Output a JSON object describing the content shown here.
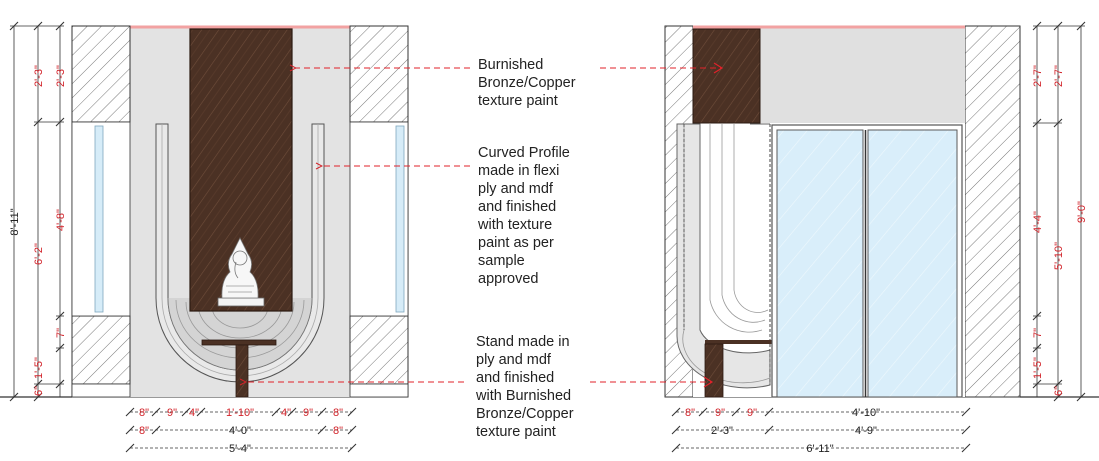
{
  "notes": {
    "bronze": [
      "Burnished",
      "Bronze/Copper",
      "texture paint"
    ],
    "curved": [
      "Curved Profile",
      "made in flexi",
      "ply and mdf",
      "and finished",
      "with texture",
      "paint as per",
      "sample",
      "approved"
    ],
    "stand": [
      "Stand made in",
      "ply and mdf",
      "and finished",
      "with Burnished",
      "Bronze/Copper",
      "texture paint"
    ]
  },
  "left_elevation": {
    "vertical_dims": {
      "outer": [
        "8'-11\""
      ],
      "middle": [
        "2'-3\"",
        "6'-2\"",
        "6\""
      ],
      "inner": [
        "2'-3\"",
        "4'-8\"",
        "7\"",
        "1'-5\""
      ]
    },
    "horizontal_dims": {
      "row1": [
        "8\"",
        "9\"",
        "4\"",
        "1'-10\"",
        "4\"",
        "9\"",
        "8\""
      ],
      "row2": [
        "8\"",
        "4'-0\"",
        "8\""
      ],
      "row3": [
        "5'-4\""
      ]
    }
  },
  "right_elevation": {
    "vertical_dims": {
      "inner": [
        "2'-7\"",
        "4'-4\"",
        "7\"",
        "1'-5\""
      ],
      "middle": [
        "2'-7\"",
        "5'-10\"",
        "6\""
      ],
      "outer": [
        "9'-0\""
      ]
    },
    "horizontal_dims": {
      "row1": [
        "8\"",
        "9\"",
        "9\"",
        "4'-10\""
      ],
      "row2": [
        "2'-3\"",
        "4'-9\""
      ],
      "row3": [
        "6'-11\""
      ]
    }
  },
  "colors": {
    "wood": "#4b3124",
    "wall": "#e2e2e2",
    "arch": "#d9d9d9",
    "glass": "#d6ecf8",
    "leader": "#e0222a",
    "top_band": "#f2a2a2"
  },
  "idol": "ganesha-idol"
}
